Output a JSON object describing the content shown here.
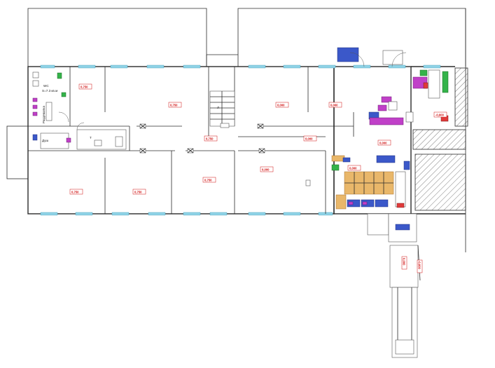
{
  "plan": {
    "room_levels": [
      "0,750",
      "0,750",
      "0,000",
      "0,000",
      "0,750",
      "0,000",
      "0,000",
      "0,750",
      "0,750",
      "0,750",
      "0,000",
      "0,000",
      "-0,900",
      "0,000",
      "-0,600"
    ],
    "labels": {
      "wc": "WC",
      "wc_area": "S=7.3 кв.м",
      "wardrobe": "Раздевалка",
      "shower": "Душ",
      "toilet": "Т",
      "stair": "Л"
    }
  }
}
